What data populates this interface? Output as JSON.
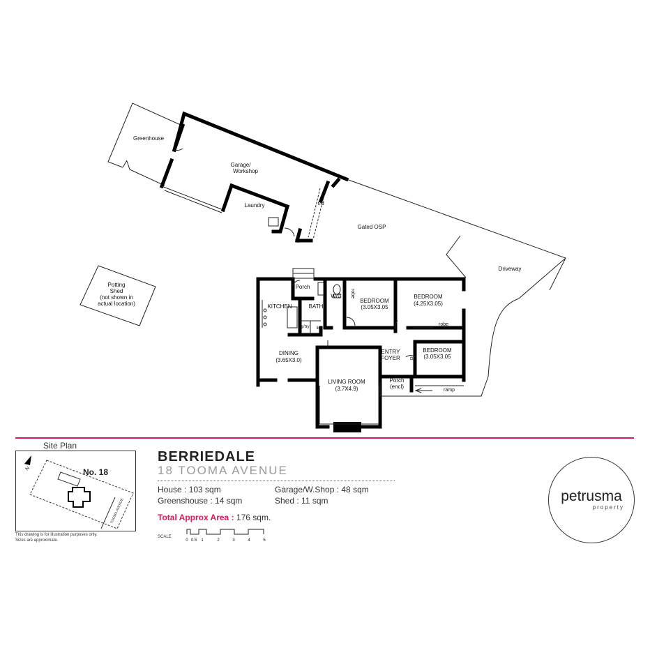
{
  "rooms": {
    "greenhouse": "Greenhouse",
    "garage_line1": "Garage/",
    "garage_line2": "Workshop",
    "laundry": "Laundry",
    "roller_door": "r/d",
    "gated_osp": "Gated OSP",
    "driveway": "Driveway",
    "potting_line1": "Potting",
    "potting_line2": "Shed",
    "potting_line3": "(not shown in",
    "potting_line4": "actual location)",
    "porch_top": "Porch",
    "kitchen": "KITCHEN",
    "bath": "BATH",
    "wc": "W/C",
    "robe1": "robe",
    "bedroom1_name": "BEDROOM",
    "bedroom1_size": "(3.05X3.05",
    "bedroom2_name": "BEDROOM",
    "bedroom2_size": "(4.25X3.05)",
    "robe2": "robe",
    "pantry": "p'try",
    "linen": "linen",
    "dining_name": "DINING",
    "dining_size": "(3.65X3.0)",
    "entry_line1": "ENTRY",
    "entry_line2": "FOYER",
    "cl": "cl",
    "bedroom3_name": "BEDROOM",
    "bedroom3_size": "(3.05X3.05",
    "living_name": "LIVING ROOM",
    "living_size": "(3.7X4.9)",
    "porch_encl_line1": "Porch",
    "porch_encl_line2": "(encl)",
    "ramp": "ramp"
  },
  "site_plan": {
    "label": "Site Plan",
    "house_no": "No. 18",
    "street": "TOOMA AVENUE",
    "north": "N"
  },
  "info": {
    "title": "BERRIEDALE",
    "address": "18 TOOMA AVENUE",
    "house": "House : 103 sqm",
    "greenhouse": "Greenshouse : 14 sqm",
    "garage": "Garage/W.Shop : 48 sqm",
    "shed": "Shed : 11 sqm",
    "total_label": "Total Approx Area :",
    "total_value": " 176 sqm."
  },
  "scale": {
    "label": "SCALE",
    "ticks": [
      "0",
      "0.5",
      "1",
      "2",
      "3",
      "4",
      "5"
    ]
  },
  "disclaimer": {
    "line1": "This drawing is for illustration purposes only.",
    "line2": "Sizes are approximate."
  },
  "logo": {
    "name": "petrusma",
    "sub": "property"
  },
  "colors": {
    "accent": "#d81b60",
    "wall": "#000000"
  }
}
